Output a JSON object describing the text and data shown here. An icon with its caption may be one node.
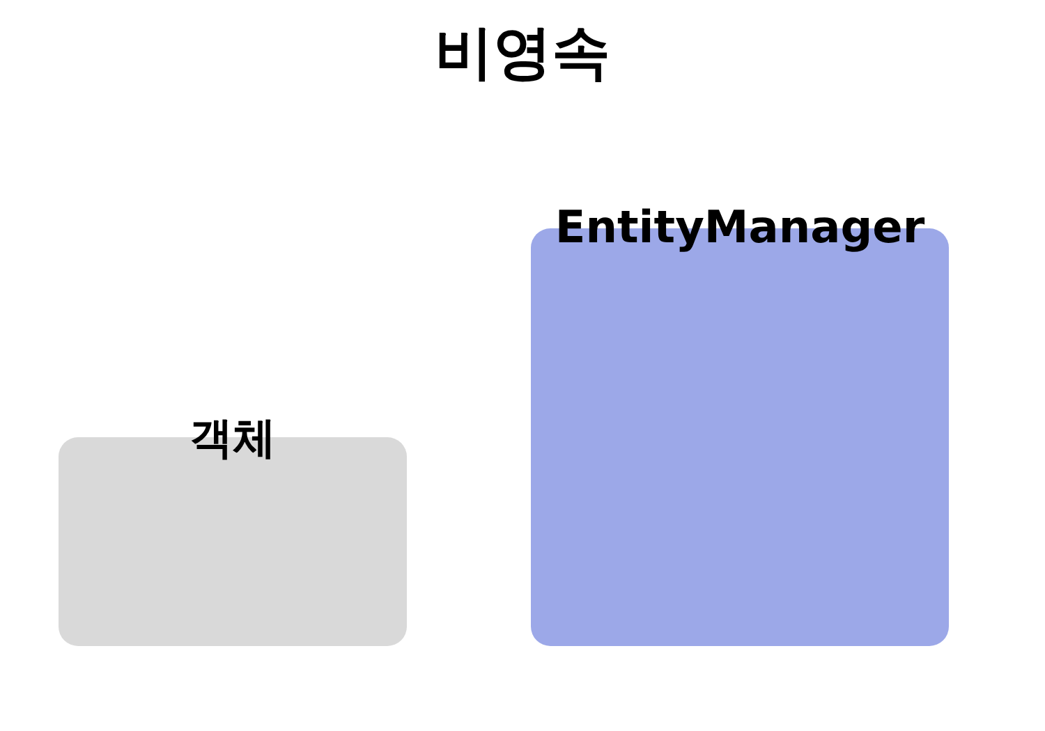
{
  "diagram": {
    "title": "비영속",
    "nodes": [
      {
        "text": [
          "객체"
        ]
      },
      {
        "text": [
          "EntityManager"
        ]
      }
    ],
    "edges": []
  }
}
